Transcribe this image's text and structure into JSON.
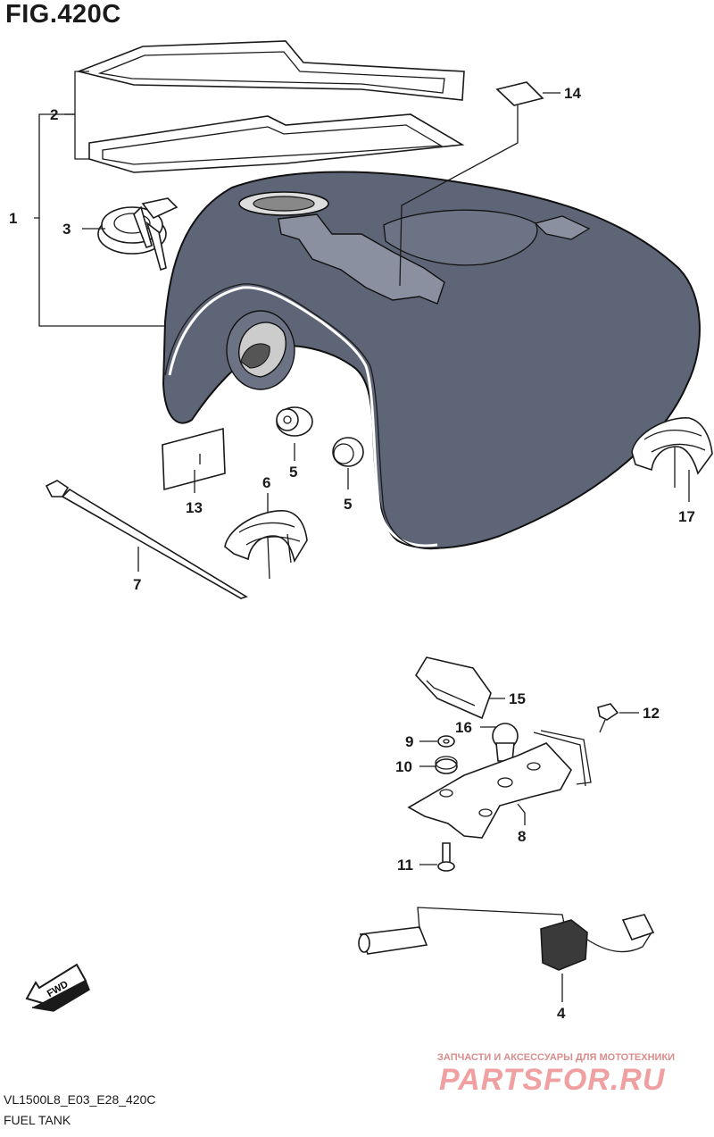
{
  "figure": {
    "title": "FIG.420C",
    "model_code": "VL1500L8_E03_E28_420C",
    "caption": "FUEL TANK"
  },
  "callouts": [
    {
      "id": "1",
      "label": "1"
    },
    {
      "id": "2",
      "label": "2"
    },
    {
      "id": "3",
      "label": "3"
    },
    {
      "id": "4",
      "label": "4"
    },
    {
      "id": "5a",
      "label": "5"
    },
    {
      "id": "5b",
      "label": "5"
    },
    {
      "id": "6",
      "label": "6"
    },
    {
      "id": "7",
      "label": "7"
    },
    {
      "id": "8",
      "label": "8"
    },
    {
      "id": "9",
      "label": "9"
    },
    {
      "id": "10",
      "label": "10"
    },
    {
      "id": "11",
      "label": "11"
    },
    {
      "id": "12",
      "label": "12"
    },
    {
      "id": "13",
      "label": "13"
    },
    {
      "id": "14",
      "label": "14"
    },
    {
      "id": "15",
      "label": "15"
    },
    {
      "id": "16",
      "label": "16"
    },
    {
      "id": "17",
      "label": "17"
    }
  ],
  "direction_arrow": {
    "label": "FWD"
  },
  "watermark": {
    "tagline": "ЗАПЧАСТИ И АКСЕССУАРЫ ДЛЯ МОТОТЕХНИКИ",
    "brand": "PARTSFOR.RU"
  },
  "colors": {
    "tank": "#5e6577",
    "line": "#1a1a1a",
    "watermark": "#f0a0a0"
  }
}
